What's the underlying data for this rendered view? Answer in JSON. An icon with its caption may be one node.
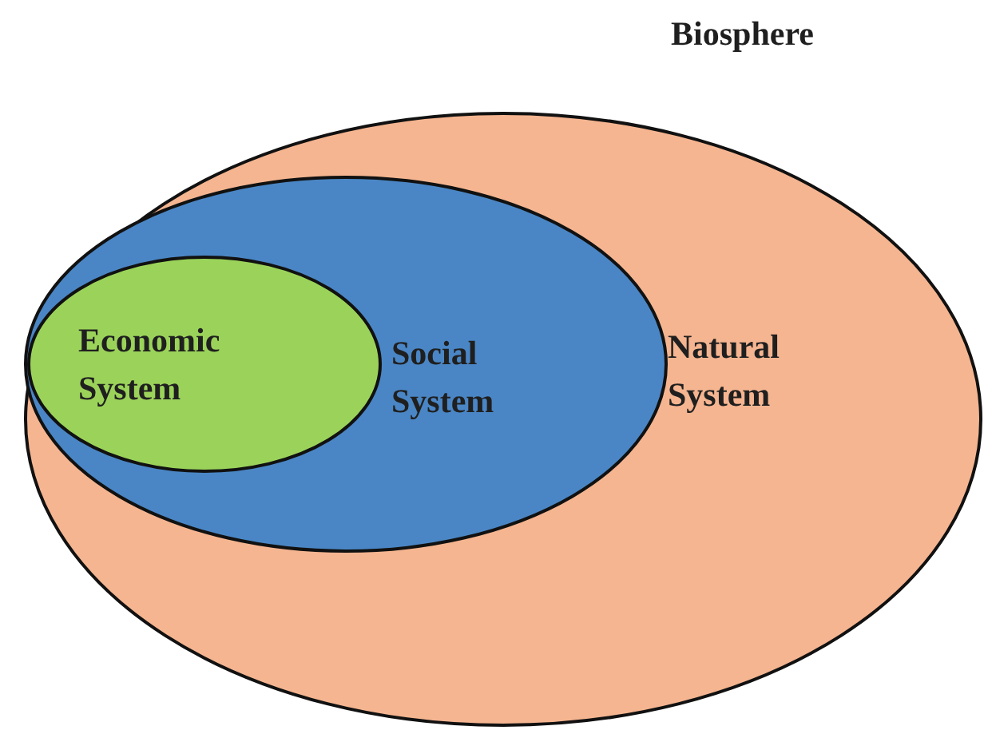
{
  "diagram": {
    "nodes": [
      {
        "text": [
          "Biosphere",
          "Natural System"
        ]
      },
      {
        "text": [
          "Social System"
        ],
        "in": 0
      },
      {
        "text": [
          "Economic System"
        ],
        "in": 1
      }
    ]
  }
}
